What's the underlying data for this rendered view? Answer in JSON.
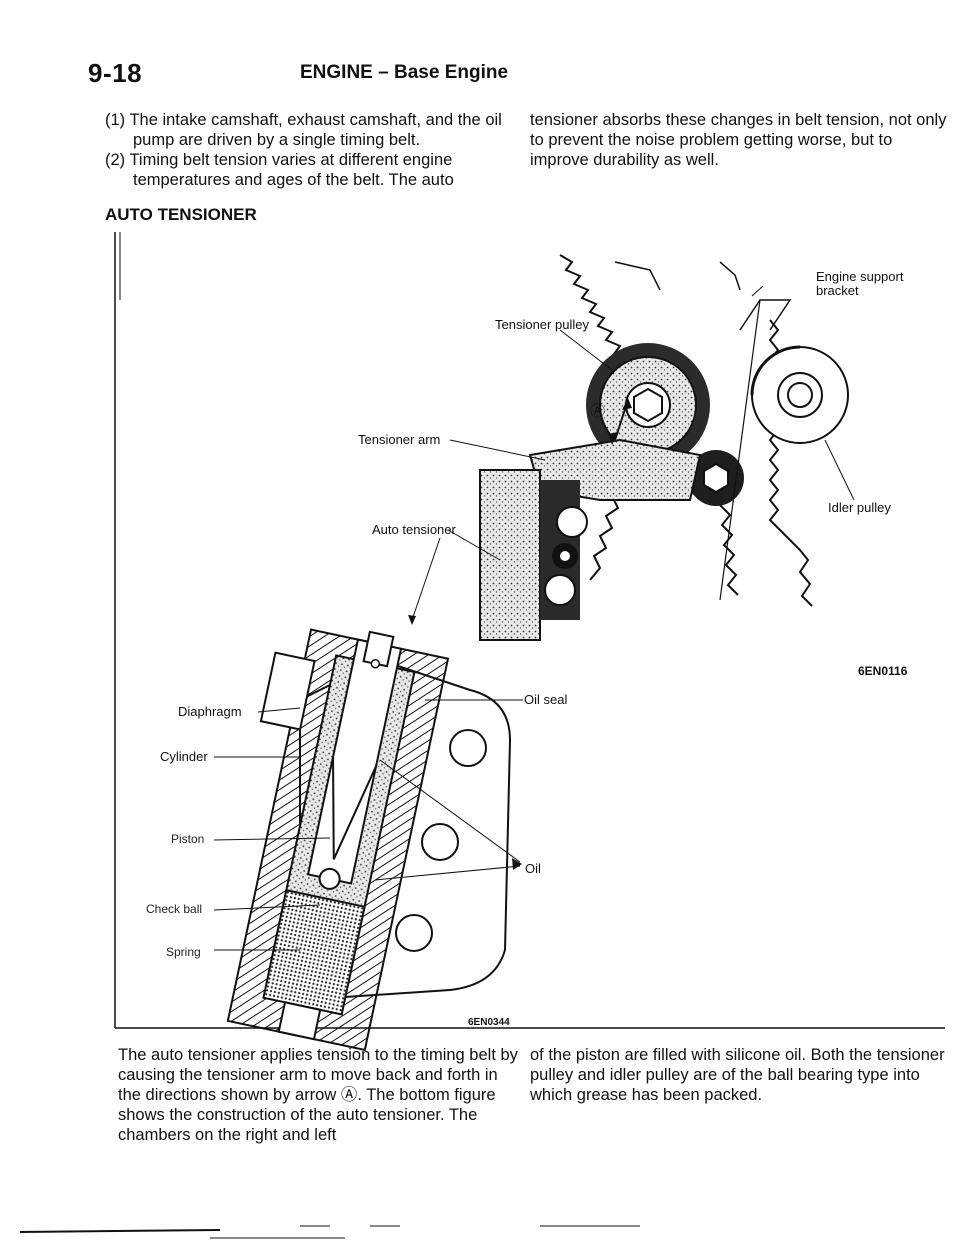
{
  "page": {
    "number": "9-18",
    "header_title": "ENGINE",
    "header_sep": "–",
    "header_subtitle": "Base Engine"
  },
  "intro": {
    "left_items": [
      "(1) The intake camshaft, exhaust camshaft, and the oil pump are driven by a single timing belt.",
      "(2) Timing belt tension varies at different engine temperatures and ages of the belt. The auto"
    ],
    "right_text": "tensioner absorbs these changes in belt tension, not only to prevent the noise problem getting worse, but to improve durability as well."
  },
  "section_title": "AUTO TENSIONER",
  "figure_top": {
    "labels": {
      "tensioner_pulley": "Tensioner pulley",
      "engine_support_bracket": "Engine support bracket",
      "arrow_marker": "Ⓐ",
      "tensioner_arm": "Tensioner arm",
      "auto_tensioner": "Auto tensioner",
      "idler_pulley": "Idler pulley"
    },
    "code": "6EN0116"
  },
  "figure_bottom": {
    "labels": {
      "diaphragm": "Diaphragm",
      "oil_seal": "Oil seal",
      "cylinder": "Cylinder",
      "piston": "Piston",
      "oil": "Oil",
      "check_ball": "Check ball",
      "spring": "Spring"
    },
    "code": "6EN0344"
  },
  "description": {
    "left": "The auto tensioner applies tension to the timing belt by causing the tensioner arm to move back and forth in the directions shown by arrow Ⓐ. The bottom figure shows the construction of the auto tensioner. The chambers on the right and left",
    "right": "of the piston are filled with silicone oil. Both the tensioner pulley and idler pulley are of the ball bearing type into which grease has been packed."
  }
}
